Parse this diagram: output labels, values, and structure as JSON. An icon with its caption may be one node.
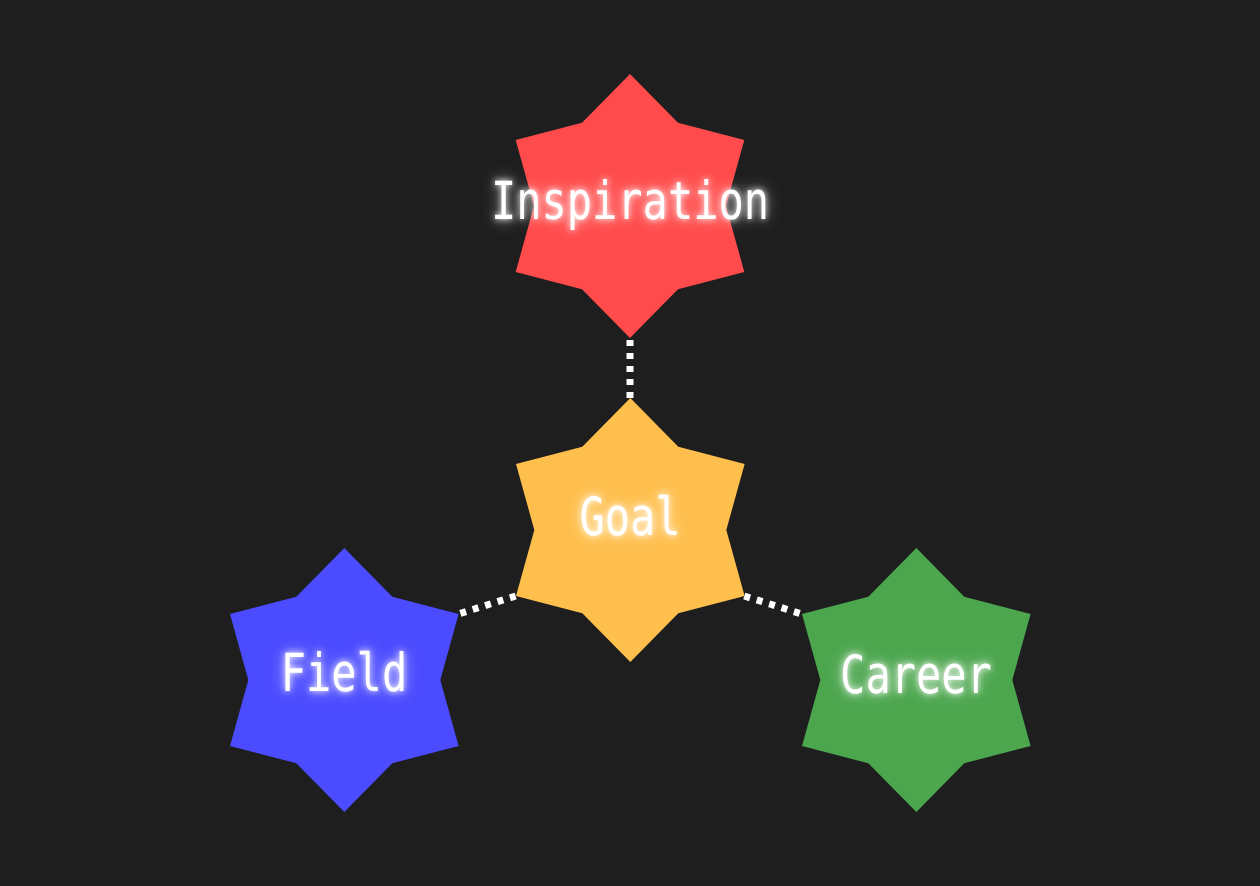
{
  "diagram": {
    "nodes": [
      {
        "text": [
          "Inspiration"
        ]
      },
      {
        "text": [
          "Goal"
        ]
      },
      {
        "text": [
          "Field"
        ]
      },
      {
        "text": [
          "Career"
        ]
      }
    ],
    "edges": [
      {
        "from": 1,
        "to": 0,
        "arrow": "none",
        "style": "dashed"
      },
      {
        "from": 1,
        "to": 2,
        "arrow": "none",
        "style": "dashed"
      },
      {
        "from": 1,
        "to": 3,
        "arrow": "none",
        "style": "dashed"
      }
    ]
  }
}
